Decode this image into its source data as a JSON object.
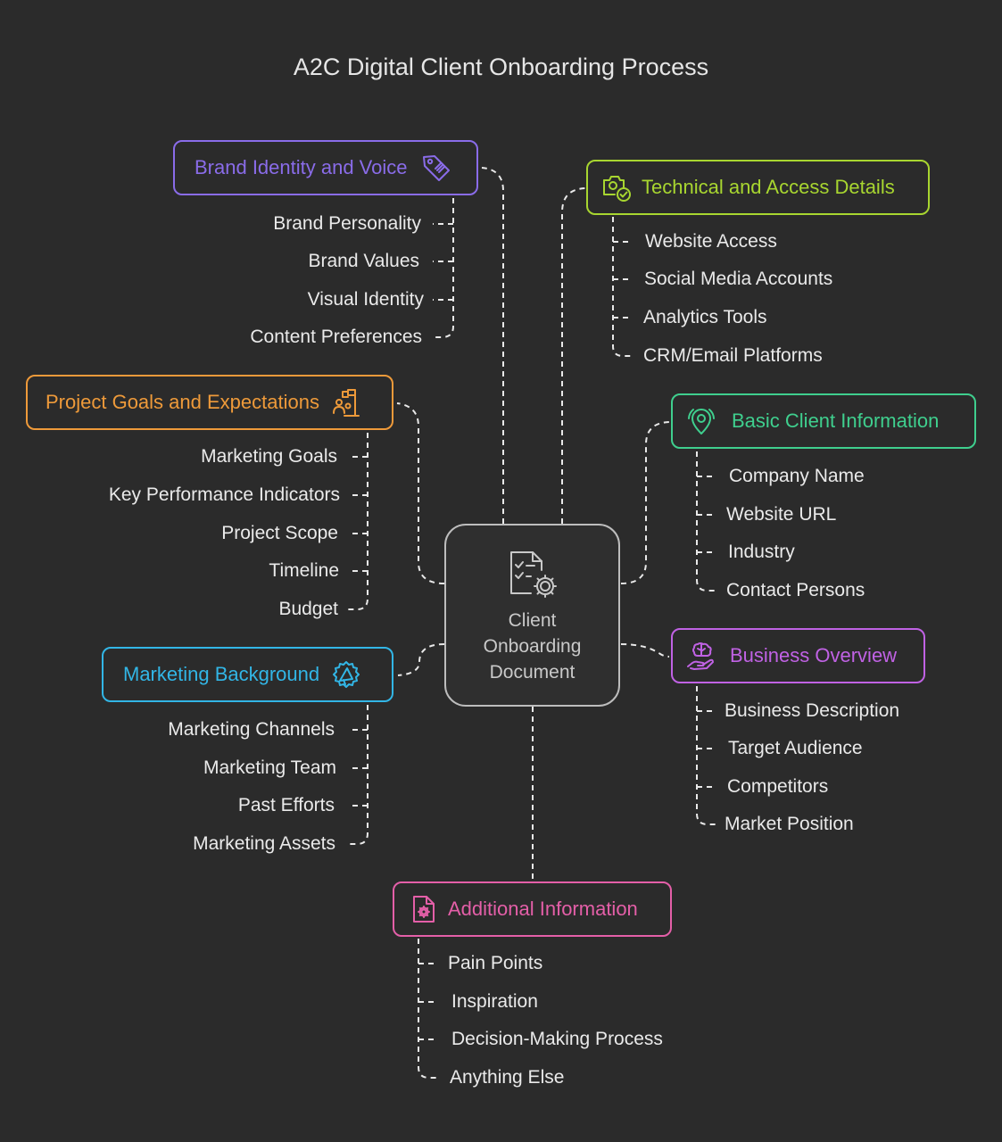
{
  "title": "A2C Digital Client Onboarding Process",
  "center": {
    "label": "Client Onboarding Document",
    "icon": "document-gear-icon"
  },
  "colors": {
    "brand": "#8a6ce9",
    "technical": "#a8d630",
    "project": "#ee9a3a",
    "basic": "#3fcf8e",
    "marketing": "#32b6e6",
    "business": "#c062e4",
    "additional": "#e45fa8"
  },
  "groups": {
    "brand": {
      "label": "Brand Identity and Voice",
      "icon": "price-tag-icon",
      "items": [
        "Brand Personality",
        "Brand Values",
        "Visual Identity",
        "Content Preferences"
      ]
    },
    "technical": {
      "label": "Technical and Access Details",
      "icon": "camera-check-icon",
      "items": [
        "Website Access",
        "Social Media Accounts",
        "Analytics Tools",
        "CRM/Email Platforms"
      ]
    },
    "project": {
      "label": "Project Goals and Expectations",
      "icon": "goal-flag-icon",
      "items": [
        "Marketing Goals",
        "Key Performance Indicators",
        "Project Scope",
        "Timeline",
        "Budget"
      ]
    },
    "basic": {
      "label": "Basic Client Information",
      "icon": "location-target-icon",
      "items": [
        "Company Name",
        "Website URL",
        "Industry",
        "Contact Persons"
      ]
    },
    "marketing": {
      "label": "Marketing Background",
      "icon": "megaphone-icon",
      "items": [
        "Marketing Channels",
        "Marketing Team",
        "Past Efforts",
        "Marketing Assets"
      ]
    },
    "business": {
      "label": "Business Overview",
      "icon": "brain-hand-icon",
      "items": [
        "Business Description",
        "Target Audience",
        "Competitors",
        "Market Position"
      ]
    },
    "additional": {
      "label": "Additional Information",
      "icon": "file-gear-icon",
      "items": [
        "Pain Points",
        "Inspiration",
        "Decision-Making Process",
        "Anything Else"
      ]
    }
  }
}
